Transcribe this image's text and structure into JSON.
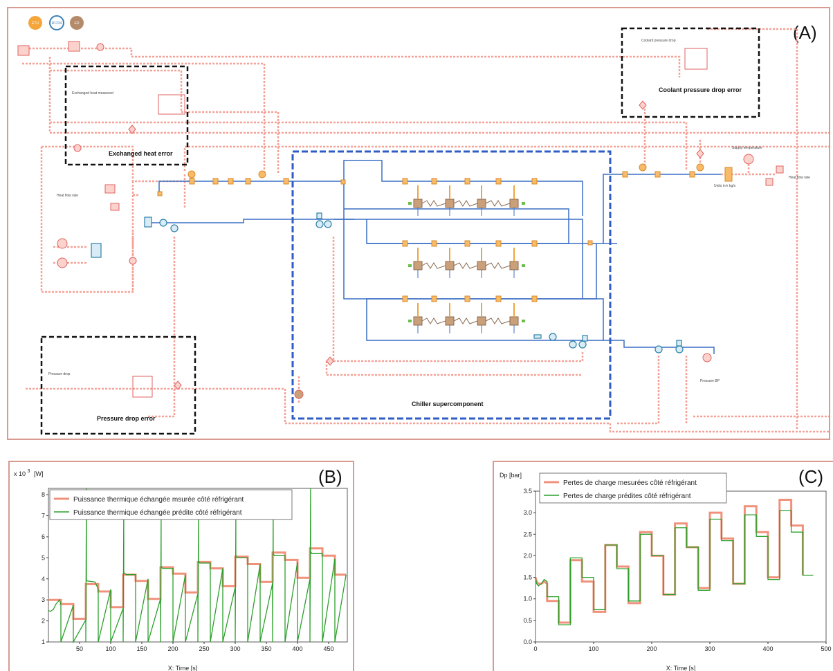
{
  "panel_a": {
    "tag": "(A)",
    "boxes": {
      "exchanged_heat": "Exchanged heat error",
      "coolant_pressure": "Coolant pressure drop error",
      "pressure_drop": "Pressure drop error",
      "chiller": "Chiller supercomponent"
    },
    "small_labels": {
      "exchanged_heat_measured": "Exchanged heat measured",
      "coolant_pressure_drop": "Coolant pressure drop",
      "supply_temperature": "Supply temperature",
      "heat_flow_rate_left": "Heat flow rate",
      "heat_flow_rate_right": "Heat flow rate",
      "pressure_drop_small": "Pressure drop",
      "pressure_bp": "Pressure BP",
      "units": "Units in k kg/s"
    },
    "badges": [
      "ETU",
      "R1234",
      "ED"
    ]
  },
  "chart_b": {
    "tag": "(B)",
    "multiplier_prefix": "x 10",
    "multiplier_exp": "3",
    "unit": "[W]",
    "xlabel": "X: Time [s]",
    "colors": {
      "measured": "#f0917c",
      "predicted": "#2aa02a"
    }
  },
  "chart_c": {
    "tag": "(C)",
    "ylabel": "Dp [bar]",
    "xlabel": "X: Time [s]",
    "colors": {
      "measured": "#f0917c",
      "predicted": "#2aa02a"
    }
  },
  "chart_data": [
    {
      "type": "line",
      "xlabel": "X: Time [s]",
      "ylabel": "[W]",
      "xlim": [
        0,
        480
      ],
      "ylim": [
        1,
        8.3
      ],
      "xticks": [
        50,
        100,
        150,
        200,
        250,
        300,
        350,
        400,
        450
      ],
      "yticks": [
        1,
        2,
        3,
        4,
        5,
        6,
        7,
        8
      ],
      "series": [
        {
          "name": "Puissance thermique échangée msurée côté réfrigérant",
          "x": [
            0,
            20,
            20,
            40,
            40,
            60,
            60,
            80,
            80,
            100,
            100,
            120,
            120,
            140,
            140,
            160,
            160,
            180,
            180,
            200,
            200,
            220,
            220,
            240,
            240,
            260,
            260,
            280,
            280,
            300,
            300,
            320,
            320,
            340,
            340,
            360,
            360,
            380,
            380,
            400,
            400,
            420,
            420,
            440,
            440,
            460,
            460,
            478
          ],
          "y": [
            3.0,
            3.0,
            2.8,
            2.8,
            2.1,
            2.1,
            3.75,
            3.75,
            3.4,
            3.4,
            2.65,
            2.65,
            4.2,
            4.2,
            3.9,
            3.9,
            3.05,
            3.05,
            4.55,
            4.55,
            4.25,
            4.25,
            3.35,
            3.35,
            4.8,
            4.8,
            4.5,
            4.5,
            3.65,
            3.65,
            5.05,
            5.05,
            4.7,
            4.7,
            3.85,
            3.85,
            5.25,
            5.25,
            4.9,
            4.9,
            4.05,
            4.05,
            5.45,
            5.45,
            5.1,
            5.1,
            4.2,
            4.2
          ]
        },
        {
          "name": "Puissance thermique échangée prédite côté réfrigérant",
          "x": [
            0,
            3,
            8,
            12,
            18,
            20,
            20,
            40,
            40,
            60,
            60,
            61,
            61,
            62,
            62,
            75,
            80,
            80,
            100,
            100,
            120,
            120,
            121,
            121,
            125,
            140,
            140,
            160,
            160,
            180,
            180,
            181,
            181,
            183,
            200,
            200,
            220,
            220,
            240,
            240,
            241,
            241,
            243,
            260,
            260,
            280,
            280,
            300,
            300,
            301,
            301,
            303,
            320,
            320,
            340,
            340,
            360,
            360,
            361,
            361,
            363,
            380,
            380,
            400,
            400,
            420,
            420,
            421,
            421,
            423,
            440,
            440,
            460,
            460,
            478
          ],
          "y": [
            2.5,
            2.45,
            2.55,
            2.8,
            3.0,
            2.8,
            1.0,
            2.75,
            1.0,
            2.05,
            1.0,
            8.3,
            3.95,
            3.9,
            3.9,
            3.85,
            3.5,
            1.0,
            3.5,
            1.0,
            2.6,
            1.0,
            7.3,
            4.3,
            4.2,
            4.2,
            1.0,
            4.0,
            1.0,
            3.05,
            1.0,
            7.0,
            4.6,
            4.5,
            4.5,
            1.0,
            4.2,
            1.0,
            3.3,
            1.0,
            7.2,
            4.85,
            4.75,
            4.75,
            1.0,
            4.5,
            1.0,
            3.6,
            1.0,
            7.0,
            5.1,
            5.0,
            5.0,
            1.0,
            4.7,
            1.0,
            3.8,
            1.0,
            7.6,
            5.2,
            5.1,
            5.1,
            1.0,
            4.8,
            1.0,
            4.0,
            1.0,
            8.3,
            5.3,
            5.2,
            5.2,
            1.0,
            4.95,
            1.0,
            4.2
          ]
        }
      ]
    },
    {
      "type": "line",
      "xlabel": "X: Time [s]",
      "ylabel": "Dp [bar]",
      "xlim": [
        0,
        500
      ],
      "ylim": [
        0,
        3.5
      ],
      "xticks": [
        0,
        100,
        200,
        300,
        400,
        500
      ],
      "yticks": [
        0.0,
        0.5,
        1.0,
        1.5,
        2.0,
        2.5,
        3.0,
        3.5
      ],
      "series": [
        {
          "name": "Pertes de charge mesurées côté réfrigérant",
          "x": [
            0,
            2,
            5,
            10,
            15,
            20,
            20,
            40,
            40,
            60,
            60,
            80,
            80,
            100,
            100,
            120,
            120,
            140,
            140,
            160,
            160,
            180,
            180,
            200,
            200,
            220,
            220,
            240,
            240,
            260,
            260,
            280,
            280,
            300,
            300,
            320,
            320,
            340,
            340,
            360,
            360,
            380,
            380,
            400,
            400,
            420,
            420,
            440,
            440,
            460,
            460
          ],
          "y": [
            1.5,
            1.4,
            1.35,
            1.35,
            1.4,
            1.35,
            0.95,
            0.95,
            0.45,
            0.45,
            1.9,
            1.9,
            1.4,
            1.4,
            0.7,
            0.7,
            2.25,
            2.25,
            1.75,
            1.75,
            0.9,
            0.9,
            2.55,
            2.55,
            2.0,
            2.0,
            1.1,
            1.1,
            2.75,
            2.75,
            2.2,
            2.2,
            1.25,
            1.25,
            3.0,
            3.0,
            2.4,
            2.4,
            1.35,
            1.35,
            3.15,
            3.15,
            2.55,
            2.55,
            1.5,
            1.5,
            3.3,
            3.3,
            2.7,
            2.7,
            1.55
          ]
        },
        {
          "name": "Pertes de charge prédites côté réfrigérant",
          "x": [
            0,
            2,
            5,
            10,
            15,
            20,
            20,
            40,
            40,
            60,
            60,
            80,
            80,
            100,
            100,
            120,
            120,
            140,
            140,
            160,
            160,
            180,
            180,
            200,
            200,
            220,
            220,
            240,
            240,
            260,
            260,
            280,
            280,
            300,
            300,
            320,
            320,
            340,
            340,
            360,
            360,
            380,
            380,
            400,
            400,
            420,
            420,
            440,
            440,
            460,
            460,
            478
          ],
          "y": [
            1.5,
            1.35,
            1.3,
            1.35,
            1.45,
            1.4,
            1.05,
            1.05,
            0.4,
            0.4,
            1.95,
            1.95,
            1.5,
            1.5,
            0.75,
            0.75,
            2.25,
            2.25,
            1.7,
            1.7,
            0.95,
            0.95,
            2.5,
            2.5,
            2.0,
            2.0,
            1.1,
            1.1,
            2.65,
            2.65,
            2.2,
            2.2,
            1.2,
            1.2,
            2.85,
            2.85,
            2.35,
            2.35,
            1.35,
            1.35,
            2.95,
            2.95,
            2.45,
            2.45,
            1.45,
            1.45,
            3.05,
            3.05,
            2.55,
            2.55,
            1.55,
            1.55
          ]
        }
      ]
    }
  ]
}
